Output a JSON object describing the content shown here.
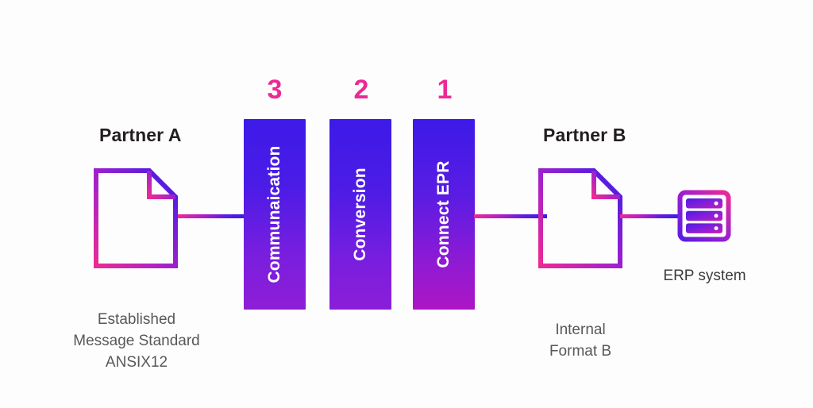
{
  "diagram": {
    "background_color": "#fdfdfd",
    "accent_pink": "#ec2a95",
    "accent_blue": "#3d1ae8",
    "accent_purple": "#8b1ed8",
    "title_color": "#231f20",
    "caption_color": "#58585b"
  },
  "left": {
    "partner_title": "Partner A",
    "document_icon": "document-icon",
    "caption": "Established\nMessage Standard\nANSIX12"
  },
  "steps": [
    {
      "number": "3",
      "label": "Communaication",
      "icon": "process-bar-communication"
    },
    {
      "number": "2",
      "label": "Conversion",
      "icon": "process-bar-conversion"
    },
    {
      "number": "1",
      "label": "Connect EPR",
      "icon": "process-bar-connect-epr"
    }
  ],
  "right": {
    "partner_title": "Partner B",
    "document_icon": "document-icon",
    "caption": "Internal\nFormat B"
  },
  "erp": {
    "icon": "server-icon",
    "label": "ERP system"
  }
}
